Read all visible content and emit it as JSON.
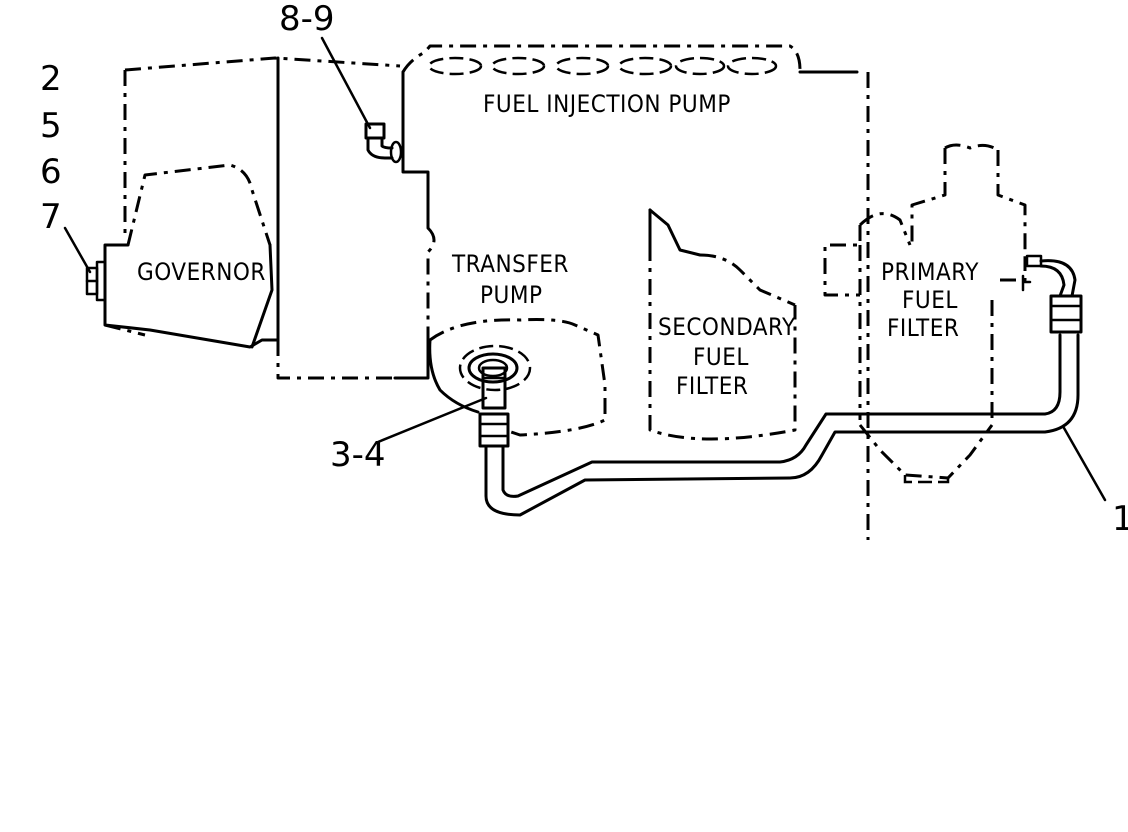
{
  "labels": {
    "fuel_injection_pump": "FUEL INJECTION PUMP",
    "governor": "GOVERNOR",
    "transfer_pump": [
      "TRANSFER",
      "PUMP"
    ],
    "secondary_fuel_filter": [
      "SECONDARY",
      "FUEL",
      "FILTER"
    ],
    "primary_fuel_filter": [
      "PRIMARY",
      "FUEL",
      "FILTER"
    ]
  },
  "callouts": {
    "item_8_9": "8-9",
    "item_2": "2",
    "item_5": "5",
    "item_6": "6",
    "item_7": "7",
    "item_3_4": "3-4",
    "item_1": "1"
  }
}
